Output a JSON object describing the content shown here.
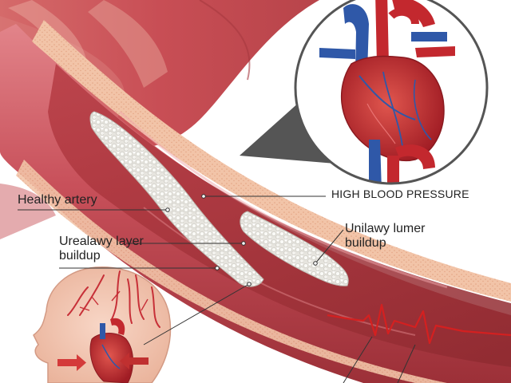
{
  "labels": {
    "healthy_artery": "Healthy artery",
    "high_blood_pressure": "HIGH BLOOD PRESSURE",
    "lumen_buildup": "Unilawy lumer buildup",
    "layer_buildup": "Urealawy layer buildup"
  },
  "colors": {
    "artery_wall": "#c8505a",
    "artery_dark": "#8e2a30",
    "fat_layer": "#f0c0a4",
    "plaque": "#eceae4",
    "vein_blue": "#2f58a8",
    "heart_red": "#c3282e",
    "head_skin": "#f3c8b4",
    "pulse_red": "#d42020",
    "pointer_gray": "#555555"
  },
  "icons": [
    "heart-icon",
    "head-profile-icon",
    "arrow-right-icon",
    "arrow-left-icon"
  ]
}
